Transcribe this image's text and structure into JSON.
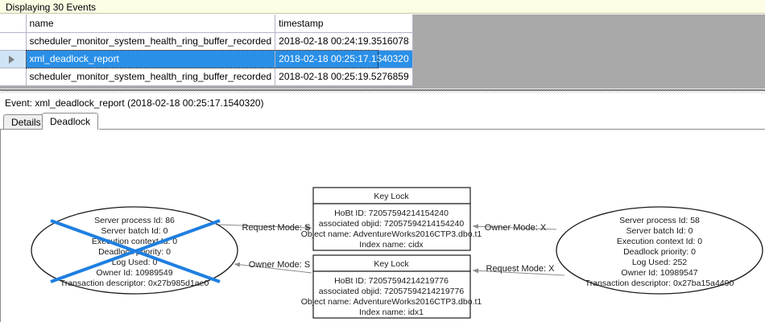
{
  "events_panel": {
    "banner_text": "Displaying 30 Events",
    "columns": [
      "",
      "name",
      "timestamp"
    ],
    "rows": [
      {
        "selector": "",
        "name": "scheduler_monitor_system_health_ring_buffer_recorded",
        "timestamp": "2018-02-18 00:24:19.3516078",
        "selected": false
      },
      {
        "selector": "▶",
        "name": "xml_deadlock_report",
        "timestamp": "2018-02-18 00:25:17.1540320",
        "selected": true
      },
      {
        "selector": "",
        "name": "scheduler_monitor_system_health_ring_buffer_recorded",
        "timestamp": "2018-02-18 00:25:19.5276859",
        "selected": false
      }
    ]
  },
  "event_header": {
    "text": "Event: xml_deadlock_report (2018-02-18 00:25:17.1540320)"
  },
  "tabs": [
    {
      "label": "Details",
      "active": false
    },
    {
      "label": "Deadlock",
      "active": true
    }
  ],
  "deadlock_graph": {
    "victim_process": {
      "lines": [
        "Server process Id: 86",
        "Server batch Id: 0",
        "Execution context Id: 0",
        "Deadlock priority: 0",
        "Log Used: 0",
        "Owner Id: 10989549",
        "Transaction descriptor: 0x27b985d1ae0"
      ],
      "is_victim": true,
      "victim_cross_color": "#1f7fe0"
    },
    "surviving_process": {
      "lines": [
        "Server process Id: 58",
        "Server batch Id: 0",
        "Execution context Id: 0",
        "Deadlock priority: 0",
        "Log Used: 252",
        "Owner Id: 10989547",
        "Transaction descriptor: 0x27ba15a4490"
      ],
      "is_victim": false
    },
    "resource_top": {
      "title": "Key Lock",
      "lines": [
        "HoBt ID: 72057594214154240",
        "associated objid: 72057594214154240",
        "Object name: AdventureWorks2016CTP3.dbo.t1",
        "Index name: cidx"
      ]
    },
    "resource_bottom": {
      "title": "Key Lock",
      "lines": [
        "HoBt ID: 72057594214219776",
        "associated objid: 72057594214219776",
        "Object name: AdventureWorks2016CTP3.dbo.t1",
        "Index name: idx1"
      ]
    },
    "edges": {
      "victim_request_top": "Request Mode: S",
      "survivor_owner_top": "Owner Mode: X",
      "victim_owner_bottom": "Owner Mode: S",
      "survivor_request_bottom": "Request Mode: X"
    }
  }
}
